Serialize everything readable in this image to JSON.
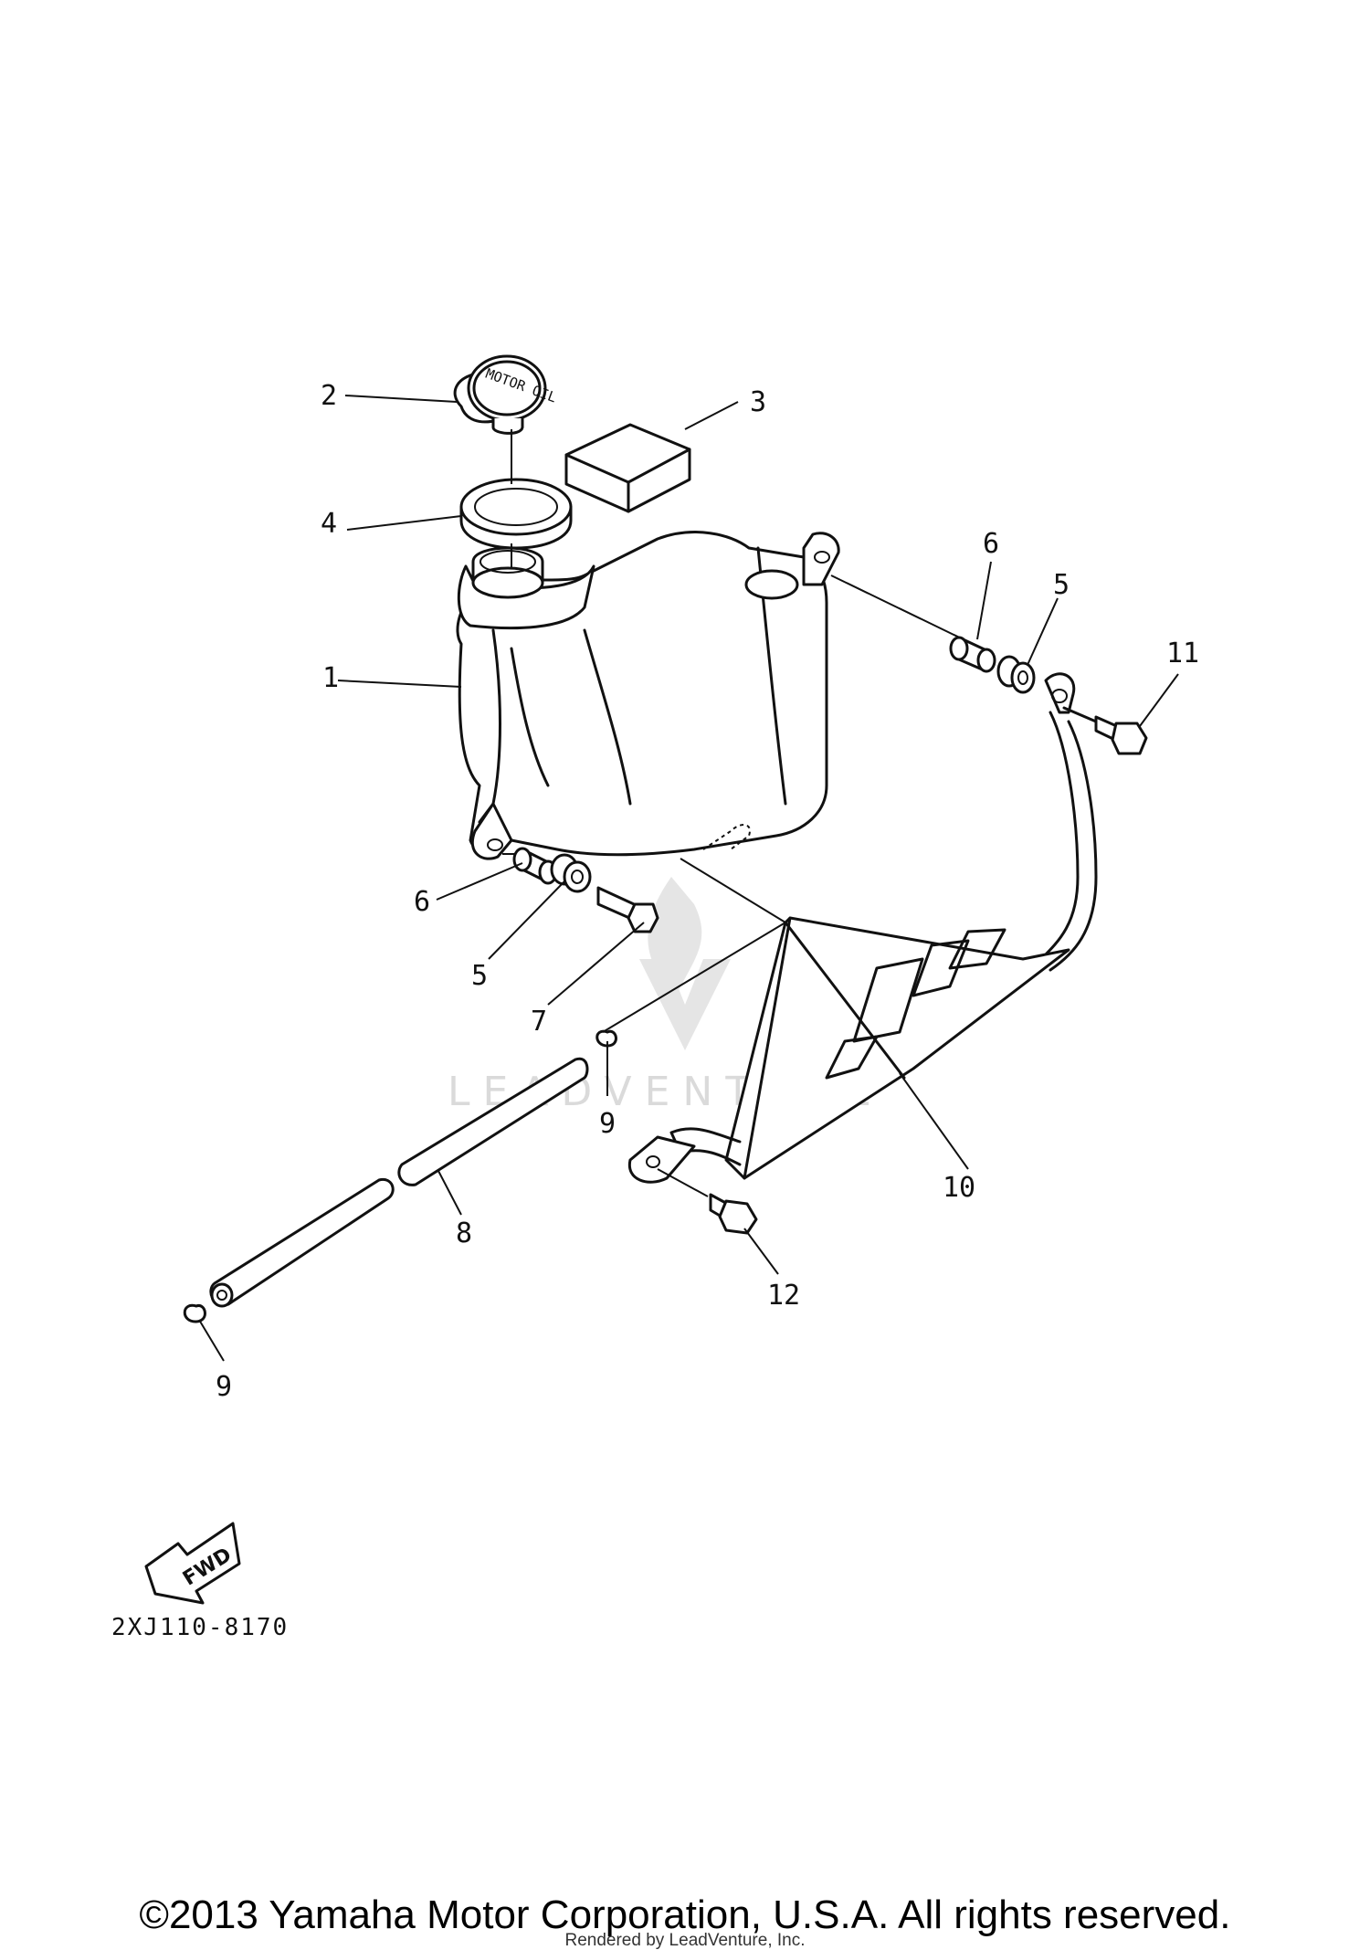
{
  "callouts": {
    "c1": "1",
    "c2": "2",
    "c3": "3",
    "c4": "4",
    "c5a": "5",
    "c5b": "5",
    "c6a": "6",
    "c6b": "6",
    "c7": "7",
    "c8": "8",
    "c9a": "9",
    "c9b": "9",
    "c10": "10",
    "c11": "11",
    "c12": "12"
  },
  "cap_text": "MOTOR OIL",
  "fwd_label": "FWD",
  "reference_code": "2XJ110-8170",
  "watermark_text": "LEADVENTURE",
  "copyright": "©2013 Yamaha Motor Corporation, U.S.A. All rights reserved.",
  "rendered_by": "Rendered by LeadVenture, Inc."
}
